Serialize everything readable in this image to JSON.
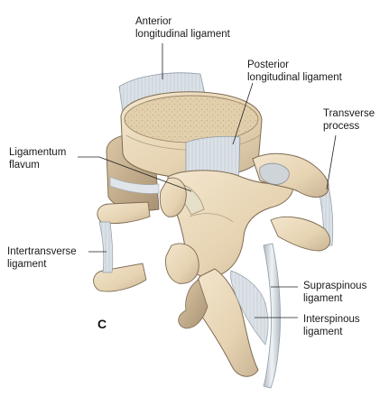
{
  "figure": {
    "panel_letter": "C",
    "colors": {
      "bone": "#ecdcc0",
      "bone_shadow": "#c9b595",
      "bone_dark": "#a89273",
      "bone_outline": "#7d6a52",
      "cancellous": "#ddc9a4",
      "ligament": "#dfe5ea",
      "ligament_shadow": "#b3bcc4",
      "ligament_fiber": "#9aa6b1",
      "leader_line": "#222222"
    },
    "labels": {
      "anterior_longitudinal": [
        "Anterior",
        "longitudinal ligament"
      ],
      "posterior_longitudinal": [
        "Posterior",
        "longitudinal ligament"
      ],
      "transverse_process": [
        "Transverse",
        "process"
      ],
      "ligamentum_flavum": [
        "Ligamentum",
        "flavum"
      ],
      "intertransverse": [
        "Intertransverse",
        "ligament"
      ],
      "supraspinous": [
        "Supraspinous",
        "ligament"
      ],
      "interspinous": [
        "Interspinous",
        "ligament"
      ]
    }
  }
}
